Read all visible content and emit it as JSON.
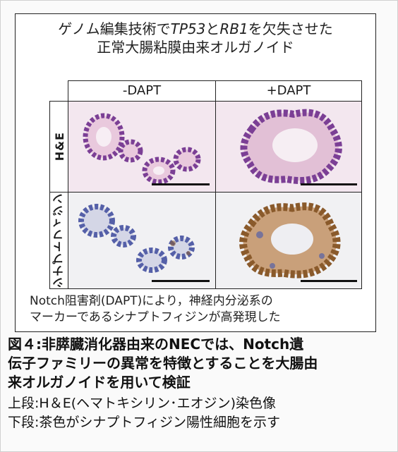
{
  "figure": {
    "title_line1_a": "ゲノム編集技術で",
    "title_line1_gene1": "TP53",
    "title_line1_b": "と",
    "title_line1_gene2": "RB1",
    "title_line1_c": "を欠失させた",
    "title_line2": "正常大腸粘膜由来オルガノイド",
    "col_minus": "-DAPT",
    "col_plus": "+DAPT",
    "row_he": "H&E",
    "row_syn": "シナプトフィジン",
    "note_line1": "Notch阻害剤(DAPT)により，神経内分泌系の",
    "note_line2": "マーカーであるシナプトフィジンが高発現した"
  },
  "caption": {
    "line1": "図４:非膵臓消化器由来のNECでは、Notch遺",
    "line2": "伝子ファミリーの異常を特徴とすることを大腸由",
    "line3": "来オルガノイドを用いて検証"
  },
  "notes": {
    "upper": "上段:H＆E(ヘマトキシリン･エオジン)染色像",
    "lower": "下段:茶色がシナプトフィジン陽性細胞を示す"
  },
  "colors": {
    "he_purple": "#7b3f95",
    "he_pink": "#e9c9dd",
    "ihc_blue": "#5560a8",
    "ihc_brown": "#8a5a2b",
    "panel_he_bg": "#f3e7ef",
    "panel_ihc_bg": "#f1f1f3"
  }
}
